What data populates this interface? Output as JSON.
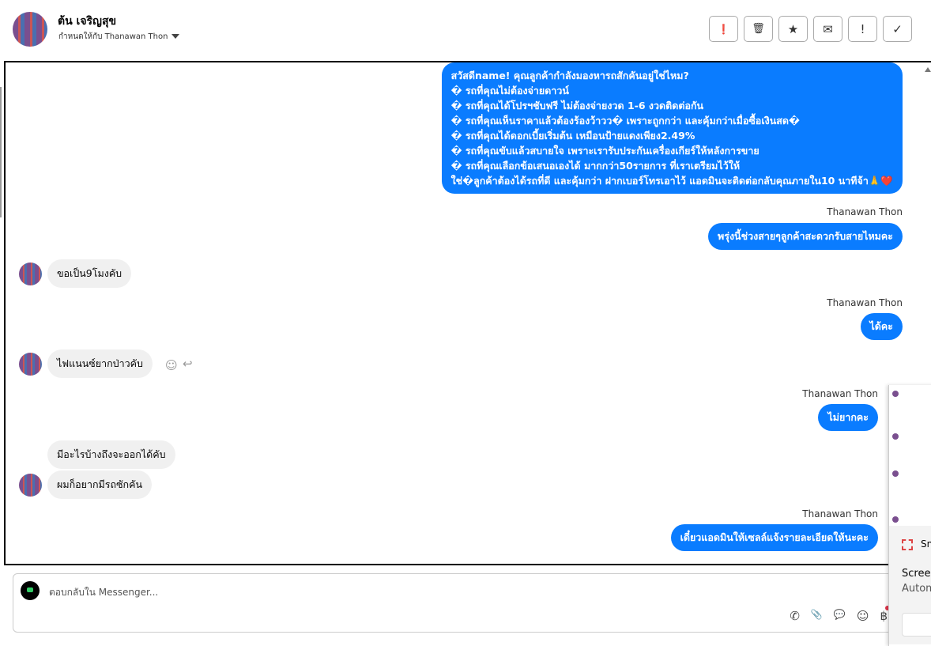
{
  "header": {
    "contact_name": "ต้น เจริญสุข",
    "assign_label": "กำหนดให้กับ Thanawan Thon",
    "toolbar": [
      "alert-circle-icon",
      "trash-icon",
      "star-icon",
      "mail-icon",
      "exclamation-icon",
      "check-icon"
    ],
    "toolbar_glyphs": [
      "❗",
      "🗑",
      "★",
      "✉",
      "!",
      "✓"
    ]
  },
  "messages": [
    {
      "dir": "out",
      "lines": [
        "สวัสดีname! คุณลูกค้ากำลังมองหารถสักคันอยู่ใช่ไหม?",
        "� รถที่คุณไม่ต้องจ่ายดาวน์",
        "� รถที่คุณได้โปรฯชับฟรี ไม่ต้องจ่ายงวด 1-6 งวดติดต่อกัน",
        "� รถที่คุณเห็นราคาแล้วต้องร้องว้าวว� เพราะถูกกว่า และคุ้มกว่าเมื่อซื้อเงินสด�",
        "� รถที่คุณได้ดอกเบี้ยเริ่มต้น เหมือนป้ายแดงเพียง2.49%",
        "� รถที่คุณขับแล้วสบายใจ เพราะเรารับประกันเครื่องเกียร์ให้หลังการขาย",
        "� รถที่คุณเลือกข้อเสนอเองได้ มากกว่า50รายการ ที่เราเตรียมไว้ให้",
        "ใช่�ลูกค้าต้องได้รถที่ดี และคุ้มกว่า ฝากเบอร์โทรเอาไว้ แอดมินจะติดต่อกลับคุณภายใน10 นาทีจ้า🙏❤️"
      ]
    },
    {
      "dir": "out",
      "sender": "Thanawan Thon",
      "text": "พรุ่งนี้ช่วงสายๆลูกค้าสะดวกรับสายไหมคะ"
    },
    {
      "dir": "in",
      "text": "ขอเป็น9โมงคับ"
    },
    {
      "dir": "out",
      "sender": "Thanawan Thon",
      "text": "ได้คะ"
    },
    {
      "dir": "in",
      "text": "ไฟแนนซ์ยากป่าวคับ"
    },
    {
      "dir": "out",
      "sender": "Thanawan Thon",
      "text": "ไม่ยากคะ"
    },
    {
      "dir": "in",
      "text": "มีอะไรบ้างถึงจะออกได้คับ"
    },
    {
      "dir": "in",
      "text": "ผมก็อยากมีรถซักคัน"
    },
    {
      "dir": "out",
      "sender": "Thanawan Thon",
      "text": "เดี๋ยวแอดมินให้เซลล์แจ้งรายละเอียดให้นะคะ"
    }
  ],
  "composer": {
    "placeholder": "ตอบกลับใน Messenger...",
    "icons": [
      "phone-plus-icon",
      "paperclip-icon",
      "chat-bubble-icon",
      "emoji-icon",
      "baht-icon"
    ],
    "icon_glyphs": [
      "✆",
      "📎",
      "💬",
      "☺",
      "฿"
    ]
  },
  "snip_popup": {
    "app": "Sn",
    "title": "Screen",
    "subtitle": "Autom"
  },
  "colors": {
    "accent": "#0a7cff",
    "incoming": "#f0f0f0"
  }
}
